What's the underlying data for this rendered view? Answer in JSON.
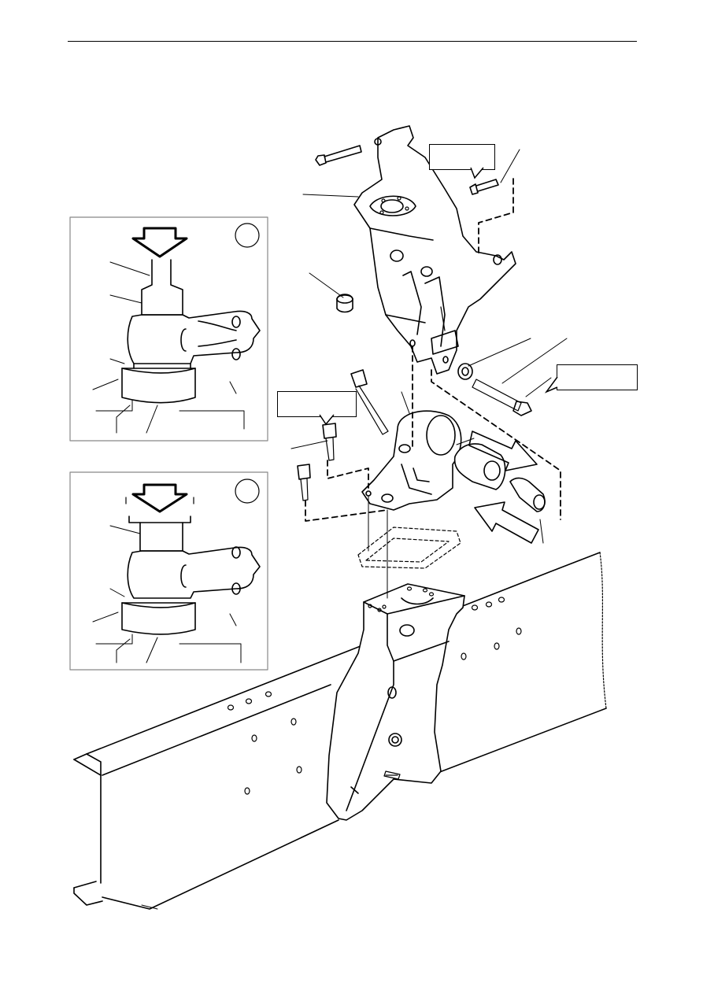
{
  "page": {
    "has_top_rule": true
  },
  "insets": [
    {
      "id": "upper",
      "marker": "circle",
      "marker_text": ""
    },
    {
      "id": "lower",
      "marker": "circle",
      "marker_text": ""
    }
  ],
  "callouts": [
    {
      "id": "upper-bolt-callout",
      "text": ""
    },
    {
      "id": "right-bolt-callout",
      "text": ""
    },
    {
      "id": "left-screw-callout",
      "text": ""
    }
  ],
  "arrows": [
    {
      "id": "press-arrow-upper",
      "direction": "down"
    },
    {
      "id": "press-arrow-lower",
      "direction": "down"
    },
    {
      "id": "bushing-out-arrow",
      "direction": "down-right"
    },
    {
      "id": "bushing-in-arrow",
      "direction": "up-left"
    }
  ],
  "colors": {
    "line": "#000000",
    "frame": "#888888",
    "background": "#ffffff"
  }
}
